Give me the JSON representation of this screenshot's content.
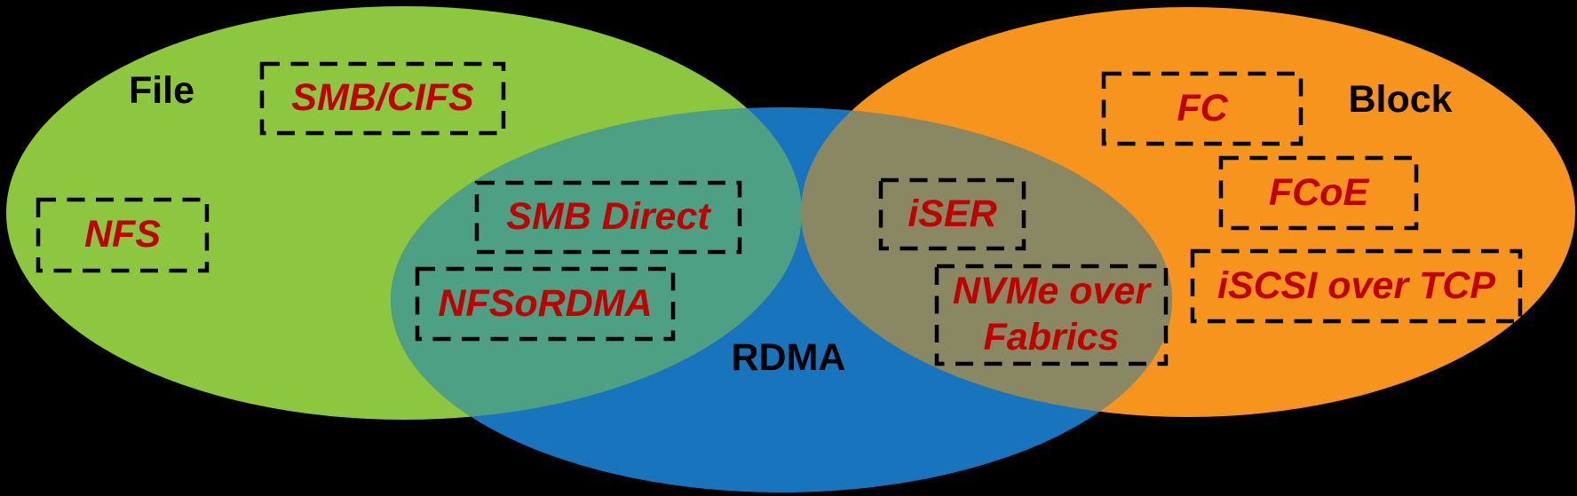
{
  "diagram": {
    "type": "venn",
    "description": "Venn diagram of storage protocols across File, Block and RDMA domains",
    "colors": {
      "background": "#000000",
      "file_green": "#8DC63F",
      "block_orange": "#F7941E",
      "rdma_blue": "#1875BD",
      "file_rdma_overlap_teal": "#4DA083",
      "block_rdma_overlap_olive": "#8A8763",
      "protocol_label_red": "#C00000",
      "box_outline_black": "#000000",
      "set_label_black": "#000000"
    },
    "sets": {
      "file": {
        "label": "File"
      },
      "block": {
        "label": "Block"
      },
      "rdma": {
        "label": "RDMA"
      }
    },
    "protocols": {
      "smb_cifs": {
        "label": "SMB/CIFS",
        "regions": [
          "File"
        ]
      },
      "nfs": {
        "label": "NFS",
        "regions": [
          "File"
        ]
      },
      "smb_direct": {
        "label": "SMB Direct",
        "regions": [
          "File",
          "RDMA"
        ]
      },
      "nfsordma": {
        "label": "NFSoRDMA",
        "regions": [
          "File",
          "RDMA"
        ]
      },
      "iser": {
        "label": "iSER",
        "regions": [
          "Block",
          "RDMA"
        ]
      },
      "nvme_over_fabrics": {
        "label": "NVMe over Fabrics",
        "regions": [
          "Block",
          "RDMA"
        ]
      },
      "fc": {
        "label": "FC",
        "regions": [
          "Block"
        ]
      },
      "fcoe": {
        "label": "FCoE",
        "regions": [
          "Block"
        ]
      },
      "iscsi_over_tcp": {
        "label": "iSCSI over TCP",
        "regions": [
          "Block"
        ]
      }
    }
  }
}
